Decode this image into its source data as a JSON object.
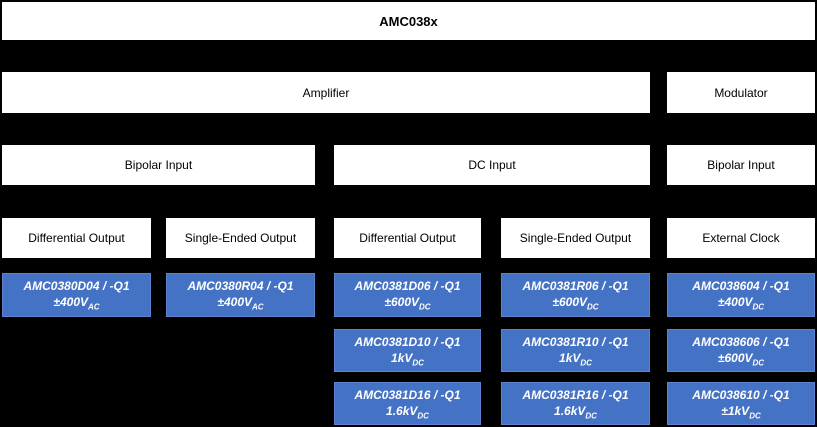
{
  "header": {
    "title": "AMC038x"
  },
  "groups": {
    "amplifier": "Amplifier",
    "modulator": "Modulator"
  },
  "inputs": {
    "bipolar_left": "Bipolar Input",
    "dc": "DC Input",
    "bipolar_right": "Bipolar Input"
  },
  "outputs": {
    "col1": "Differential Output",
    "col2": "Single-Ended Output",
    "col3": "Differential Output",
    "col4": "Single-Ended Output",
    "col5": "External Clock"
  },
  "parts": {
    "col1": [
      {
        "name": "AMC0380D04 / -Q1",
        "rating": "±400V",
        "rating_sub": "AC"
      }
    ],
    "col2": [
      {
        "name": "AMC0380R04 / -Q1",
        "rating": "±400V",
        "rating_sub": "AC"
      }
    ],
    "col3": [
      {
        "name": "AMC0381D06 / -Q1",
        "rating": "±600V",
        "rating_sub": "DC"
      },
      {
        "name": "AMC0381D10 / -Q1",
        "rating": "1kV",
        "rating_sub": "DC"
      },
      {
        "name": "AMC0381D16 / -Q1",
        "rating": "1.6kV",
        "rating_sub": "DC"
      }
    ],
    "col4": [
      {
        "name": "AMC0381R06 / -Q1",
        "rating": "±600V",
        "rating_sub": "DC"
      },
      {
        "name": "AMC0381R10 / -Q1",
        "rating": "1kV",
        "rating_sub": "DC"
      },
      {
        "name": "AMC0381R16 / -Q1",
        "rating": "1.6kV",
        "rating_sub": "DC"
      }
    ],
    "col5": [
      {
        "name": "AMC038604 / -Q1",
        "rating": "±400V",
        "rating_sub": "DC"
      },
      {
        "name": "AMC038606 / -Q1",
        "rating": "±600V",
        "rating_sub": "DC"
      },
      {
        "name": "AMC038610 / -Q1",
        "rating": "±1kV",
        "rating_sub": "DC"
      }
    ]
  },
  "colors": {
    "background": "#000000",
    "box_fill": "#FFFFFF",
    "box_text": "#000000",
    "part_fill": "#4472C4",
    "part_border": "#5B83CE",
    "part_text": "#FFFFFF"
  }
}
